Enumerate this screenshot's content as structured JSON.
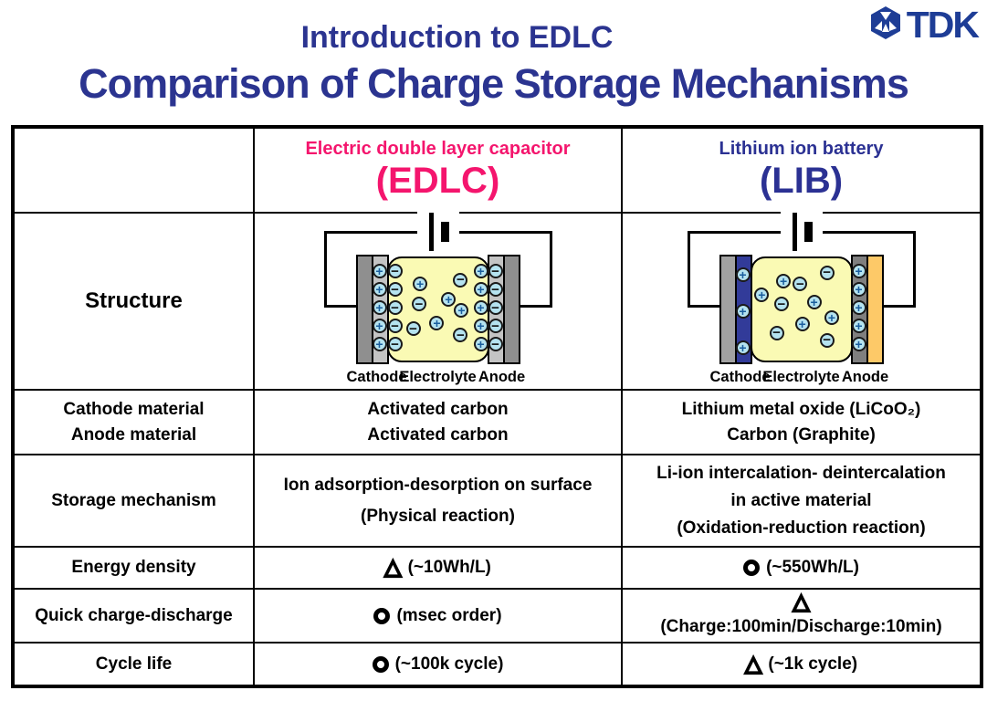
{
  "logo": {
    "text": "TDK"
  },
  "title": {
    "line1": "Introduction to EDLC",
    "line2": "Comparison of Charge Storage Mechanisms"
  },
  "colors": {
    "title_navy": "#2B3490",
    "edlc_pink": "#F4156D",
    "lib_navy": "#2B3193",
    "logo_navy": "#1E3D96",
    "electrolyte_yellow": "#FAFAB4",
    "ion_blue": "#B5E3F0",
    "lib_cathode_blue": "#323B99",
    "lib_anode_orange": "#FDC968"
  },
  "table": {
    "header": {
      "edlc_name": "Electric double layer capacitor",
      "edlc_abbr": "(EDLC)",
      "lib_name": "Lithium ion battery",
      "lib_abbr": "(LIB)"
    },
    "rows": {
      "structure": {
        "label": "Structure",
        "edlc_diagram": {
          "labels": {
            "cathode": "Cathode",
            "electrolyte": "Electrolyte",
            "anode": "Anode"
          },
          "left_electrode_ions": {
            "sign": "+",
            "count": 5
          },
          "left_electrolyte_ions": {
            "sign": "−",
            "count": 5
          },
          "right_electrolyte_ions": {
            "sign": "+",
            "count": 5
          },
          "right_electrode_ions": {
            "sign": "−",
            "count": 5
          },
          "free_ions": [
            {
              "sign": "+",
              "x": 32,
              "y": 25
            },
            {
              "sign": "−",
              "x": 73,
              "y": 21
            },
            {
              "sign": "−",
              "x": 31,
              "y": 45
            },
            {
              "sign": "+",
              "x": 61,
              "y": 40
            },
            {
              "sign": "+",
              "x": 74,
              "y": 51
            },
            {
              "sign": "+",
              "x": 49,
              "y": 63
            },
            {
              "sign": "−",
              "x": 25,
              "y": 69
            },
            {
              "sign": "−",
              "x": 73,
              "y": 75
            }
          ]
        },
        "lib_diagram": {
          "labels": {
            "cathode": "Cathode",
            "electrolyte": "Electrolyte",
            "anode": "Anode"
          },
          "cathode_ions": {
            "sign": "+",
            "count": 3
          },
          "anode_ions": {
            "sign": "+",
            "count": 5
          },
          "free_ions": [
            {
              "sign": "+",
              "x": 32,
              "y": 22
            },
            {
              "sign": "−",
              "x": 49,
              "y": 25
            },
            {
              "sign": "−",
              "x": 76,
              "y": 14
            },
            {
              "sign": "+",
              "x": 10,
              "y": 36
            },
            {
              "sign": "−",
              "x": 30,
              "y": 45
            },
            {
              "sign": "+",
              "x": 63,
              "y": 43
            },
            {
              "sign": "+",
              "x": 81,
              "y": 58
            },
            {
              "sign": "+",
              "x": 51,
              "y": 64
            },
            {
              "sign": "−",
              "x": 25,
              "y": 73
            },
            {
              "sign": "−",
              "x": 76,
              "y": 80
            }
          ]
        }
      },
      "materials": {
        "label1": "Cathode material",
        "label2": "Anode material",
        "edlc1": "Activated carbon",
        "edlc2": "Activated carbon",
        "lib1": "Lithium metal oxide (LiCoO₂)",
        "lib2": "Carbon (Graphite)"
      },
      "storage": {
        "label": "Storage mechanism",
        "edlc1": "Ion adsorption-desorption on surface",
        "edlc2": "(Physical reaction)",
        "lib1": "Li-ion intercalation- deintercalation",
        "lib2": "in active material",
        "lib3": "(Oxidation-reduction reaction)"
      },
      "energy": {
        "label": "Energy density",
        "edlc": {
          "symbol": "triangle",
          "text": "(~10Wh/L)"
        },
        "lib": {
          "symbol": "circle",
          "text": "(~550Wh/L)"
        }
      },
      "quick": {
        "label": "Quick charge-discharge",
        "edlc": {
          "symbol": "circle",
          "text": "(msec order)"
        },
        "lib": {
          "symbol": "triangle",
          "text": "(Charge:100min/Discharge:10min)"
        }
      },
      "cycle": {
        "label": "Cycle life",
        "edlc": {
          "symbol": "circle",
          "text": "(~100k cycle)"
        },
        "lib": {
          "symbol": "triangle",
          "text": "(~1k cycle)"
        }
      }
    }
  }
}
